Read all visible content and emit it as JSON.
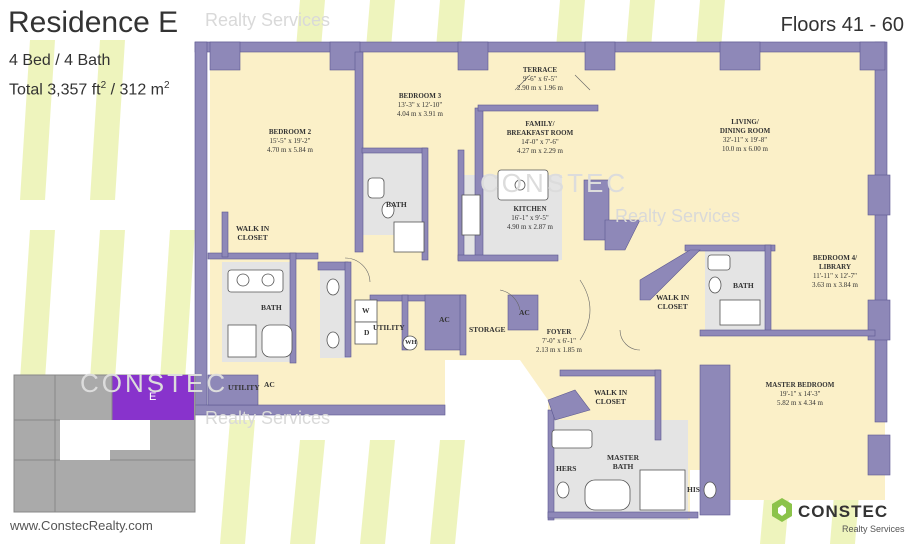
{
  "header": {
    "title": "Residence E",
    "watermark": "Realty Services",
    "beds_baths": "4 Bed / 4 Bath",
    "total_prefix": "Total 3,357 ft",
    "total_mid": " / 312 m",
    "sup": "2",
    "floors": "Floors 41 - 60"
  },
  "footer": {
    "website": "www.ConstecRealty.com",
    "logo_name": "CONSTEC",
    "logo_sub": "Realty Services"
  },
  "keyplan": {
    "unit_label": "E",
    "highlight_color": "#8833cc"
  },
  "watermarks": {
    "brand": "CONSTEC",
    "sub": "Realty Services"
  },
  "rooms": {
    "terrace": {
      "name": "TERRACE",
      "imperial": "9'-6\" x 6'-5\"",
      "metric": "2.90 m x 1.96 m"
    },
    "bedroom3": {
      "name": "BEDROOM 3",
      "imperial": "13'-3\" x 12'-10\"",
      "metric": "4.04 m x 3.91 m"
    },
    "bedroom2": {
      "name": "BEDROOM 2",
      "imperial": "15'-5\" x 19'-2\"",
      "metric": "4.70 m x 5.84 m"
    },
    "family": {
      "name": "FAMILY/\nBREAKFAST ROOM",
      "name1": "FAMILY/",
      "name2": "BREAKFAST ROOM",
      "imperial": "14'-0\" x 7'-6\"",
      "metric": "4.27 m x 2.29 m"
    },
    "living": {
      "name1": "LIVING/",
      "name2": "DINING ROOM",
      "imperial": "32'-11\" x 19'-8\"",
      "metric": "10.0 m x 6.00 m"
    },
    "kitchen": {
      "name": "KITCHEN",
      "imperial": "16'-1\" x 9'-5\"",
      "metric": "4.90 m x 2.87 m"
    },
    "bedroom4": {
      "name1": "BEDROOM 4/",
      "name2": "LIBRARY",
      "imperial": "11'-11\" x 12'-7\"",
      "metric": "3.63 m x 3.84 m"
    },
    "foyer": {
      "name": "FOYER",
      "imperial": "7'-0\" x 6'-1\"",
      "metric": "2.13 m x 1.85 m"
    },
    "master": {
      "name": "MASTER BEDROOM",
      "imperial": "19'-1\" x 14'-3\"",
      "metric": "5.82 m x 4.34 m"
    }
  },
  "labels": {
    "bath": "BATH",
    "walk_in_closet_1": "WALK IN",
    "closet": "CLOSET",
    "utility": "UTILITY",
    "ac": "AC",
    "wh": "WH",
    "w": "W",
    "d": "D",
    "storage": "STORAGE",
    "master_bath_1": "MASTER",
    "master_bath_2": "BATH",
    "hers": "HERS",
    "his": "HIS"
  },
  "colors": {
    "wall": "#8e88b8",
    "floor": "#fbf0c8",
    "bath_floor": "#e6e6e6",
    "stripe": "#e8f0a8"
  }
}
